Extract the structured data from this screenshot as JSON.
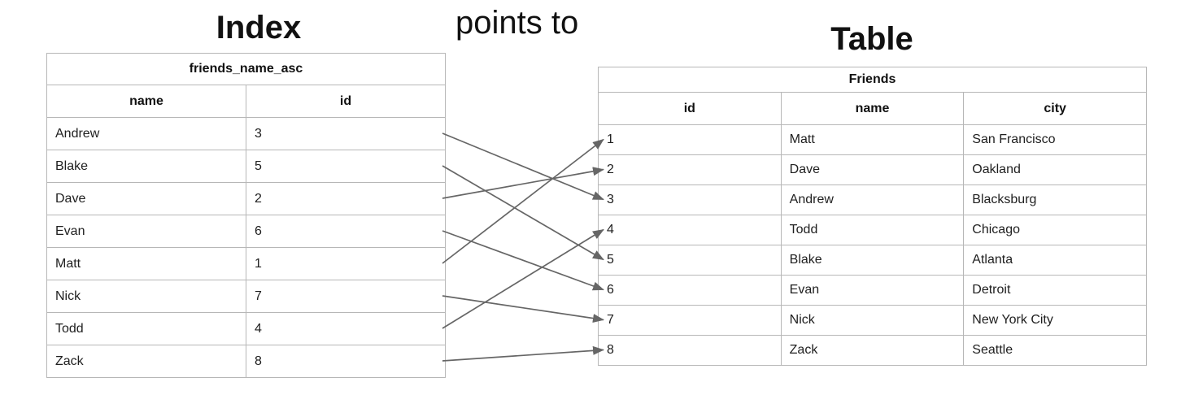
{
  "titles": {
    "index": "Index",
    "points_to": "points to",
    "table": "Table"
  },
  "index_table": {
    "title": "friends_name_asc",
    "columns": [
      "name",
      "id"
    ],
    "rows": [
      {
        "name": "Andrew",
        "id": "3"
      },
      {
        "name": "Blake",
        "id": "5"
      },
      {
        "name": "Dave",
        "id": "2"
      },
      {
        "name": "Evan",
        "id": "6"
      },
      {
        "name": "Matt",
        "id": "1"
      },
      {
        "name": "Nick",
        "id": "7"
      },
      {
        "name": "Todd",
        "id": "4"
      },
      {
        "name": "Zack",
        "id": "8"
      }
    ]
  },
  "friends_table": {
    "title": "Friends",
    "columns": [
      "id",
      "name",
      "city"
    ],
    "rows": [
      {
        "id": "1",
        "name": "Matt",
        "city": "San Francisco"
      },
      {
        "id": "2",
        "name": "Dave",
        "city": "Oakland"
      },
      {
        "id": "3",
        "name": "Andrew",
        "city": "Blacksburg"
      },
      {
        "id": "4",
        "name": "Todd",
        "city": "Chicago"
      },
      {
        "id": "5",
        "name": "Blake",
        "city": "Atlanta"
      },
      {
        "id": "6",
        "name": "Evan",
        "city": "Detroit"
      },
      {
        "id": "7",
        "name": "Nick",
        "city": "New York City"
      },
      {
        "id": "8",
        "name": "Zack",
        "city": "Seattle"
      }
    ]
  },
  "arrows": [
    {
      "from_name": "Andrew",
      "to_id": 3
    },
    {
      "from_name": "Blake",
      "to_id": 5
    },
    {
      "from_name": "Dave",
      "to_id": 2
    },
    {
      "from_name": "Evan",
      "to_id": 6
    },
    {
      "from_name": "Matt",
      "to_id": 1
    },
    {
      "from_name": "Nick",
      "to_id": 7
    },
    {
      "from_name": "Todd",
      "to_id": 4
    },
    {
      "from_name": "Zack",
      "to_id": 8
    }
  ],
  "colors": {
    "arrow": "#666666",
    "table_border": "#b7b7b7",
    "text": "#202020",
    "background": "#ffffff"
  }
}
